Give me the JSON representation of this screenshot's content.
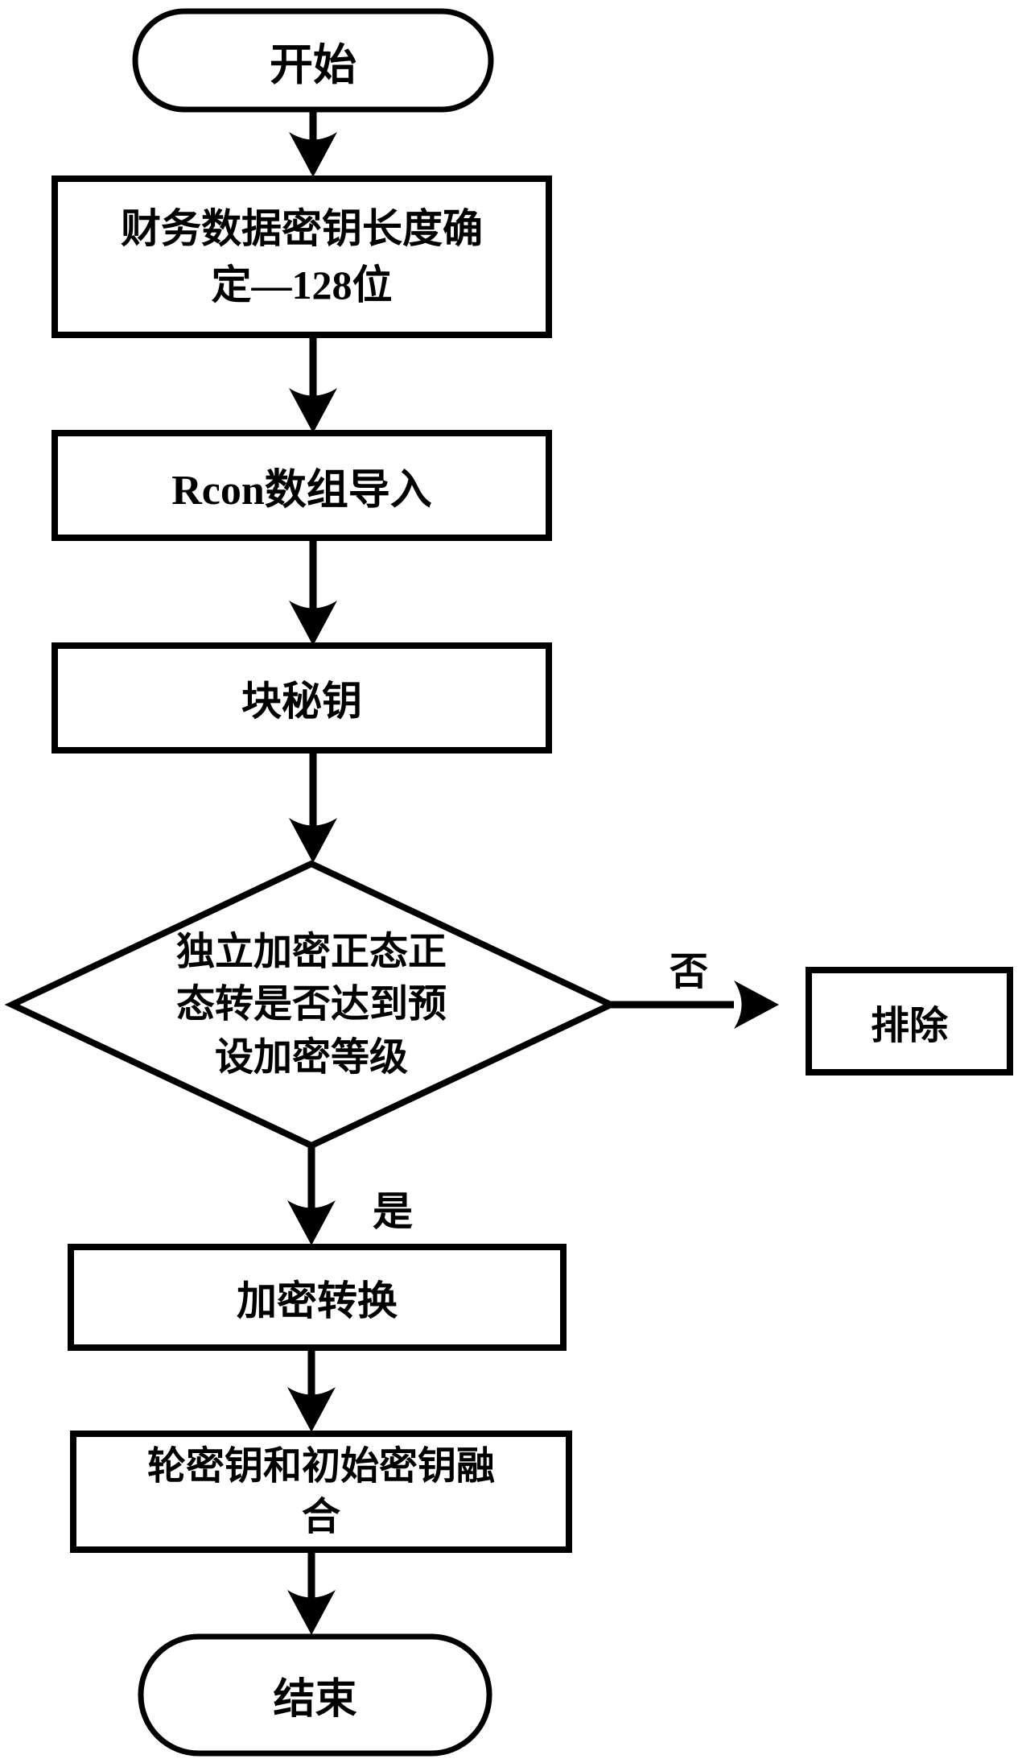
{
  "flowchart": {
    "background": "#ffffff",
    "stroke_color": "#000000",
    "nodes": {
      "start": {
        "label": "开始"
      },
      "key_length": {
        "lines": [
          "财务数据密钥长度确",
          "定—128位"
        ]
      },
      "rcon_import": {
        "label": "Rcon数组导入"
      },
      "block_key": {
        "label": "块秘钥"
      },
      "decision": {
        "lines": [
          "独立加密正态正",
          "态转是否达到预",
          "设加密等级"
        ]
      },
      "exclude": {
        "label": "排除"
      },
      "encrypt_convert": {
        "label": "加密转换"
      },
      "key_fusion": {
        "lines": [
          "轮密钥和初始密钥融",
          "合"
        ]
      },
      "end": {
        "label": "结束"
      }
    },
    "branch_labels": {
      "no": "否",
      "yes": "是"
    }
  }
}
